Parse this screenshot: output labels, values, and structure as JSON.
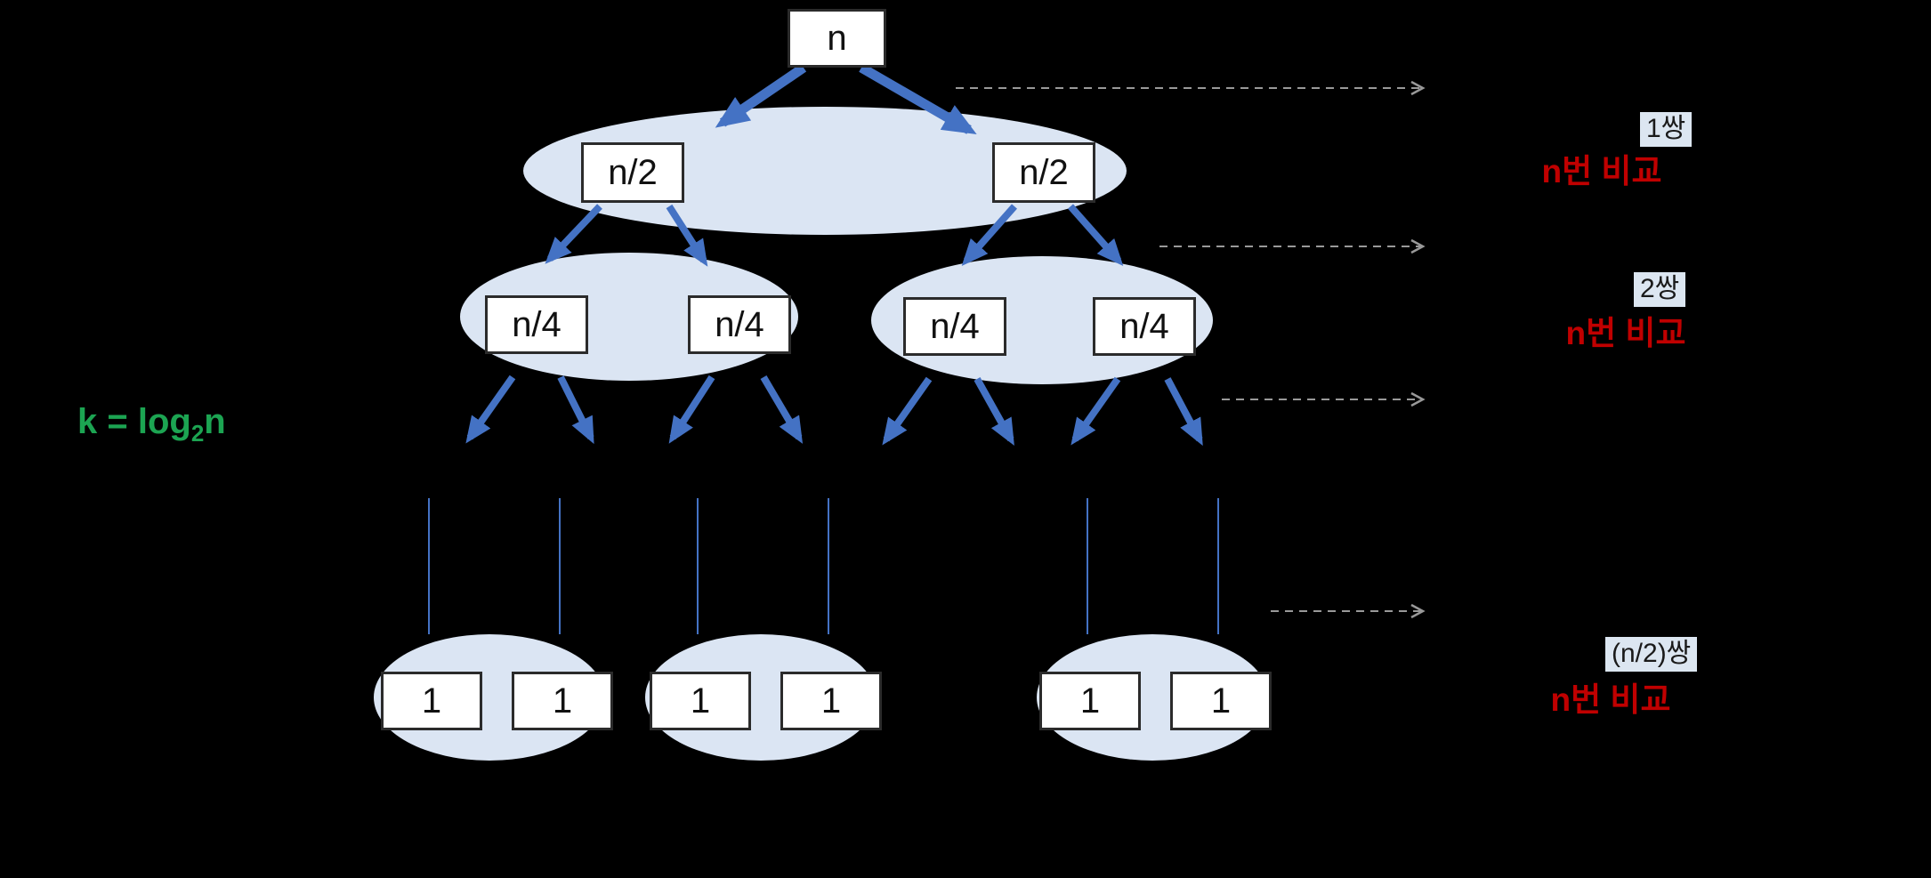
{
  "diagram": {
    "title_semantic": "merge-sort-recursion-tree",
    "root_label": "n",
    "level1_labels": [
      "n/2",
      "n/2"
    ],
    "level2_labels": [
      "n/4",
      "n/4",
      "n/4",
      "n/4"
    ],
    "leaf_labels": [
      "1",
      "1",
      "1",
      "1",
      "1",
      "1"
    ],
    "depth_formula": {
      "prefix": "k = log",
      "subscript": "2",
      "suffix": "n"
    },
    "annotation_rows": [
      {
        "pair_count": "1쌍",
        "comparisons": "n번 비교"
      },
      {
        "pair_count": "2쌍",
        "comparisons": "n번 비교"
      },
      {
        "pair_count": "(n/2)쌍",
        "comparisons": "n번 비교"
      }
    ],
    "colors": {
      "background": "#000000",
      "group_ellipse_fill": "#dbe5f3",
      "node_fill": "#ffffff",
      "node_border": "#2b2b2b",
      "arrow_blue": "#4472c4",
      "dashed_arrow_gray": "#999999",
      "comparison_text_red": "#c00000",
      "formula_green": "#1ca452",
      "pair_badge_background": "#dce6f1",
      "pair_badge_text": "#1a1a1a"
    }
  }
}
